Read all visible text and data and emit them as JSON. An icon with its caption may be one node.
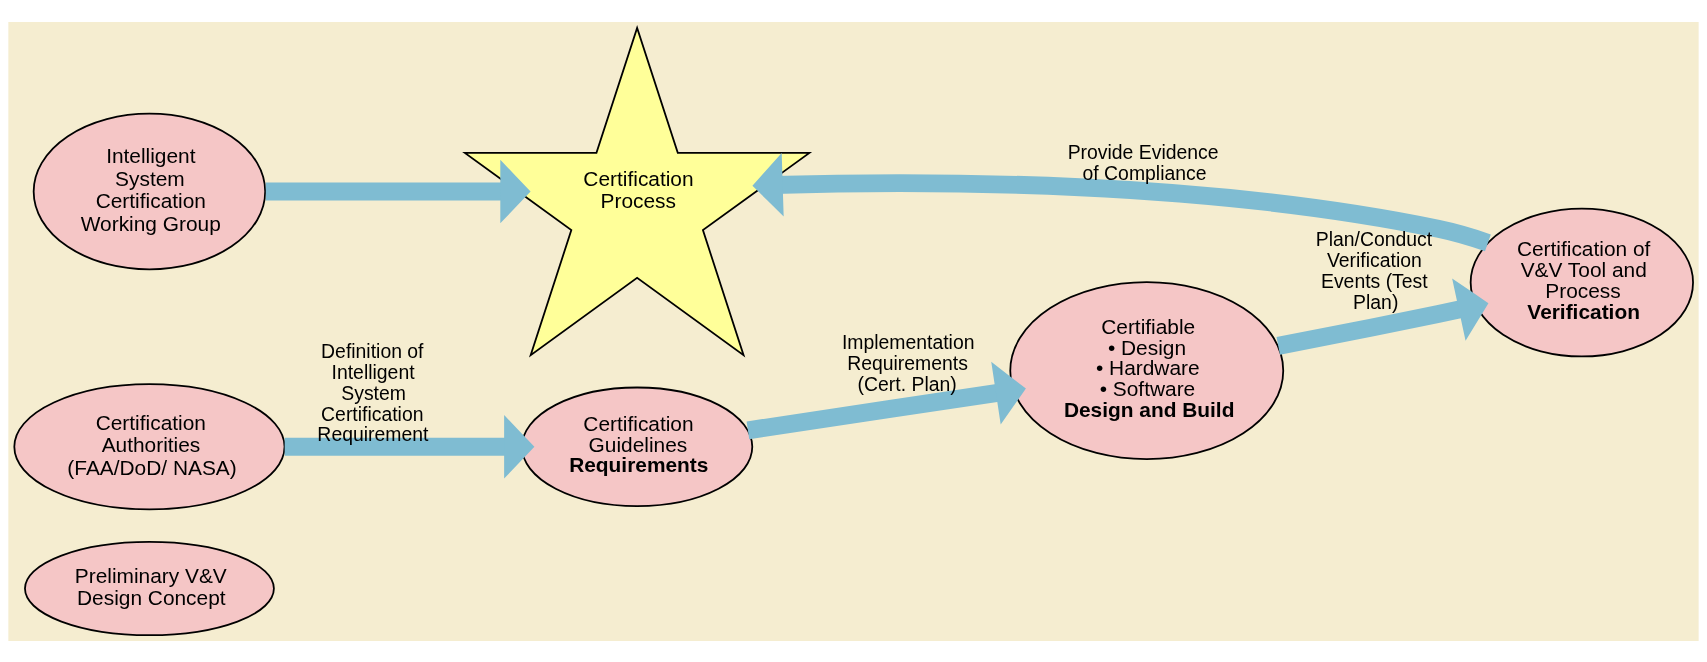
{
  "diagram": {
    "nodes": [
      {
        "text": [
          "Preliminary V&V Design Concept"
        ]
      },
      {
        "text": [
          "Intelligent System Certification Working Group"
        ]
      },
      {
        "text": [
          "Certification Authorities (FAA/DoD/ NASA)"
        ]
      },
      {
        "text": [
          "Certification Process"
        ]
      },
      {
        "text": [
          "Certification of V&V Tool and Process",
          "Verification"
        ]
      },
      {
        "text": [
          "Certification Guidelines",
          "Requirements"
        ]
      },
      {
        "text": [
          "Certifiable",
          "• Design",
          "• Hardware",
          "• Software",
          "Design and Build"
        ]
      }
    ],
    "edges": [
      {
        "from": 1,
        "to": 3,
        "arrow": "to"
      },
      {
        "from": 2,
        "to": 5,
        "arrow": "to",
        "label": "Definition of Intelligent System Certification Requirement"
      },
      {
        "from": 5,
        "to": 6,
        "arrow": "to",
        "label": "Implementation Requirements (Cert. Plan)"
      },
      {
        "from": 6,
        "to": 4,
        "arrow": "to",
        "label": "Plan/Conduct Verification Events (Test Plan)"
      },
      {
        "from": 4,
        "to": 3,
        "arrow": "to",
        "label": "Provide Evidence of Compliance"
      }
    ]
  }
}
